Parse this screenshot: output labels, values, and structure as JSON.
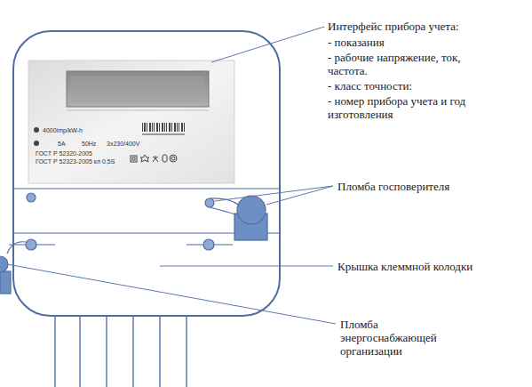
{
  "diagram": {
    "nodes": [
      {
        "text": [
          "4000imp/kW-h",
          "5A",
          "50Hz",
          "3x230/400V",
          "ГОСТ Р 52320-2005",
          "ГОСТ Р 52323-2005 кл 0,5S"
        ]
      }
    ],
    "labels": [
      "Интерфейс прибора учета:",
      "- показания",
      "- рабочие напряжение, ток, частота.",
      "- класс точности:",
      "- номер прибора учета и год изготовления",
      "Пломба госповерителя",
      "Крышка клеммной колодки",
      "Пломба энергоснабжающей организации"
    ]
  }
}
